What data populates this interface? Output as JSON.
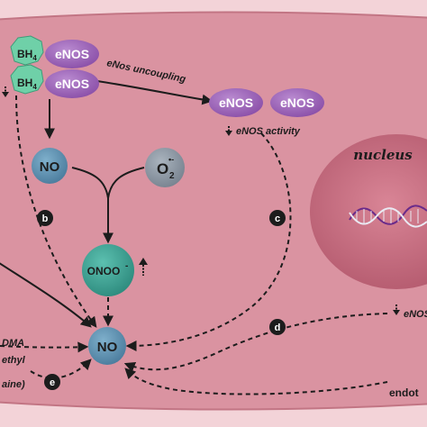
{
  "colors": {
    "page_bg": "#f3d3d8",
    "cell_fill": "#d98f9e",
    "cell_stroke": "#bf6f80",
    "nucleus_fill": "#c76d80",
    "enos_fill": "#9a5fb6",
    "bh4_fill": "#6fd0a8",
    "no_fill": "#5c8fb0",
    "o2_fill": "#8c97a4",
    "onoo_fill": "#3aa092",
    "dark": "#1c1c1c"
  },
  "nodes": {
    "bh4_top": "BH",
    "bh4_top_sub": "4",
    "bh4_bottom": "BH",
    "bh4_bottom_sub": "4",
    "enos_coupled_top": "eNOS",
    "enos_coupled_bottom": "eNOS",
    "enos_uncoupled_left": "eNOS",
    "enos_uncoupled_right": "eNOS",
    "no_upper": "NO",
    "o2_base": "O",
    "o2_sub": "2",
    "o2_sup": "•-",
    "onoo_base": "ONOO",
    "onoo_sup": "-",
    "no_center": "NO",
    "nucleus": "nucleus"
  },
  "labels": {
    "enos_uncoupling": "eNos uncoupling",
    "enos_activity": "eNOS activity",
    "enos_partial": "eNOS",
    "adma_line1": "DMA",
    "adma_line2": "ethyl",
    "adma_line3": "aine)",
    "endothelial_partial": "endot"
  },
  "badges": {
    "b": "b",
    "c": "c",
    "d": "d",
    "e": "e"
  }
}
